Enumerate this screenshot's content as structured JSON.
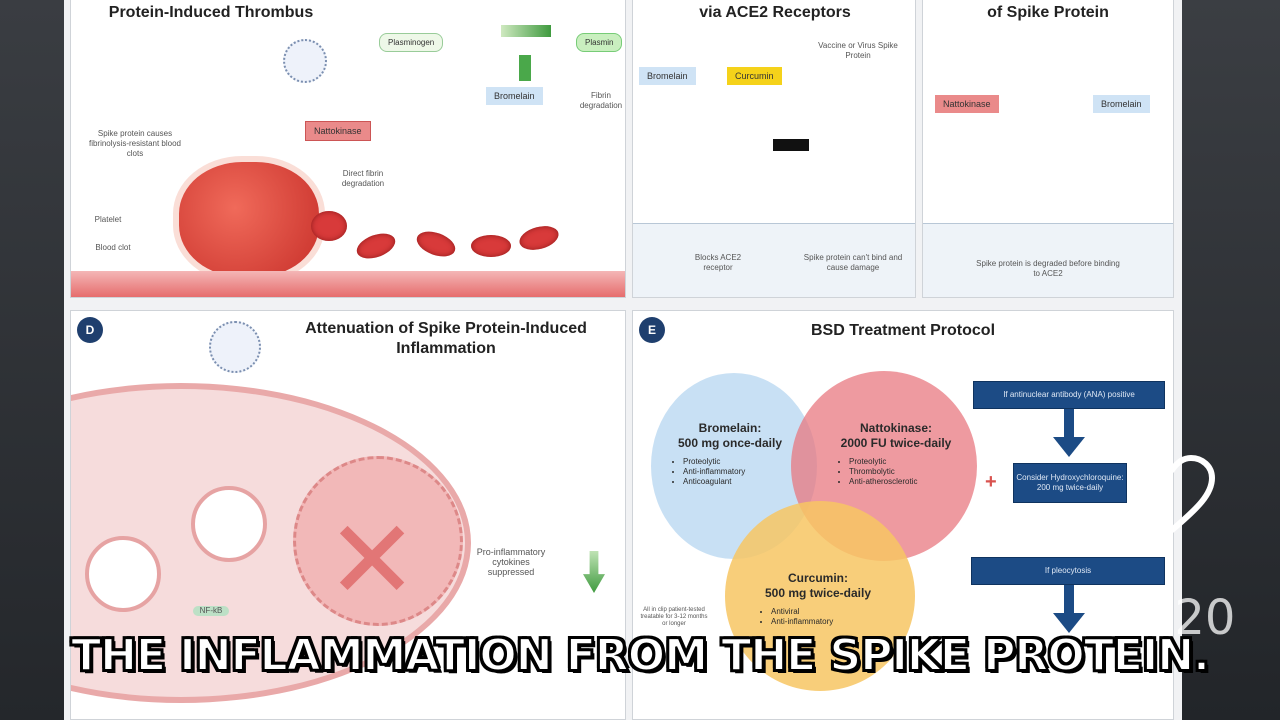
{
  "panels": {
    "a": {
      "title": "Protein-Induced Thrombus",
      "labels": {
        "bromelain": "Bromelain",
        "nattokinase": "Nattokinase",
        "plasmin": "Plasmin",
        "plasminogen": "Plasminogen",
        "spike_note": "Spike protein causes fibrinolysis-resistant blood clots",
        "platelet": "Platelet",
        "blood_clot": "Blood clot",
        "fibrin": "Direct fibrin degradation",
        "fibrin_deg": "Fibrin degradation"
      }
    },
    "b": {
      "title": "via ACE2 Receptors",
      "labels": {
        "bromelain": "Bromelain",
        "curcumin": "Curcumin",
        "vaccine": "Vaccine or Virus Spike Protein",
        "blocks": "Blocks ACE2 receptor",
        "cant_bind": "Spike protein can't bind and cause damage"
      }
    },
    "c": {
      "title": "of Spike Protein",
      "labels": {
        "nattokinase": "Nattokinase",
        "bromelain": "Bromelain",
        "degraded": "Spike protein is degraded before binding to ACE2"
      }
    },
    "d": {
      "badge": "D",
      "title": "Attenuation of Spike Protein-Induced Inflammation",
      "labels": {
        "cytokines": "Pro-inflammatory cytokines suppressed",
        "nfkb": "NF-kB"
      }
    },
    "e": {
      "badge": "E",
      "title": "BSD Treatment Protocol",
      "bromelain": {
        "name": "Bromelain:",
        "dose": "500 mg once-daily",
        "effects": [
          "Proteolytic",
          "Anti-inflammatory",
          "Anticoagulant"
        ]
      },
      "nattokinase": {
        "name": "Nattokinase:",
        "dose": "2000 FU twice-daily",
        "effects": [
          "Proteolytic",
          "Thrombolytic",
          "Anti-atherosclerotic"
        ]
      },
      "curcumin": {
        "name": "Curcumin:",
        "dose": "500 mg twice-daily",
        "effects": [
          "Antiviral",
          "Anti-inflammatory"
        ]
      },
      "note": "All in clip patient-tested treatable for 3-12 months or longer",
      "plus": "+",
      "box1": "If antinuclear antibody (ANA) positive",
      "box2": "Consider Hydroxychloroquine: 200 mg twice-daily",
      "box3": "If pleocytosis"
    }
  },
  "caption": "THE INFLAMMATION FROM THE SPIKE PROTEIN.",
  "likes": "1,620",
  "colors": {
    "navy": "#1c4b85",
    "blue_circle": "#cfe3f5",
    "red_circle": "#e9858c",
    "yellow_circle": "#f7c563"
  }
}
